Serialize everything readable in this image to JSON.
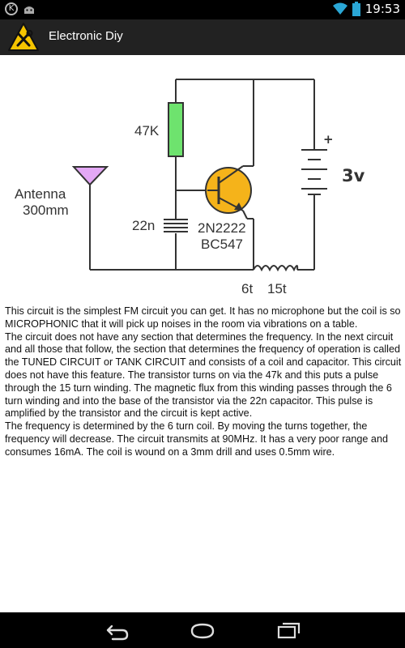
{
  "status_bar": {
    "time": "19:53",
    "left_icons": [
      "k-notification-icon",
      "android-debug-icon"
    ],
    "right_icons": [
      "wifi-icon",
      "battery-icon"
    ]
  },
  "app_bar": {
    "title": "Electronic Diy",
    "logo_icon": "warning-tools-icon"
  },
  "circuit": {
    "resistor_label": "47K",
    "antenna_label_line1": "Antenna",
    "antenna_label_line2": "300mm",
    "capacitor_label": "22n",
    "transistor_label_line1": "2N2222",
    "transistor_label_line2": "BC547",
    "coil_label_1": "6t",
    "coil_label_2": "15t",
    "voltage_label": "3v",
    "plus_label": "+"
  },
  "article": {
    "paragraphs": [
      "This circuit is the simplest FM circuit you can get. It has no microphone but the coil is so MICROPHONIC that it will pick up noises in the room via vibrations on a table.",
      "The circuit does not have any section that determines the frequency. In the next circuit and all those that follow, the section that determines the frequency of operation is called the TUNED CIRCUIT or TANK CIRCUIT and consists of a coil and capacitor. This circuit does not have this feature. The transistor turns on via the 47k and this puts a pulse through the 15 turn winding. The magnetic flux from this winding passes through the 6 turn winding and into the base of the transistor via the 22n capacitor. This pulse is amplified by the transistor and the circuit is kept active.",
      "The frequency is determined by the 6 turn coil. By moving the turns together, the frequency will decrease. The circuit transmits at 90MHz. It has a very poor range and consumes 16mA. The coil is wound on a 3mm drill and uses 0.5mm wire."
    ]
  },
  "nav_bar": {
    "buttons": [
      "back-icon",
      "home-icon",
      "recent-apps-icon"
    ]
  },
  "colors": {
    "status_bar": "#000000",
    "app_bar": "#222222",
    "resistor": "#6ee36e",
    "antenna": "#e3a8f5",
    "transistor": "#f5b31a",
    "wire": "#333333"
  }
}
